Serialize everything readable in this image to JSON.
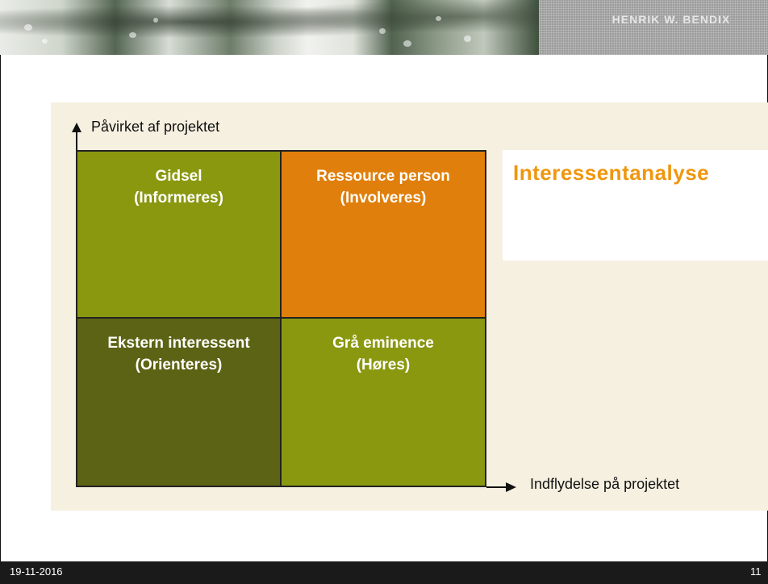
{
  "header": {
    "brand": "HENRIK W. BENDIX"
  },
  "diagram": {
    "y_axis_label": "Påvirket af projektet",
    "x_axis_label": "Indflydelse på projektet",
    "quadrants": [
      {
        "title": "Gidsel",
        "subtitle": "(Informeres)",
        "color": "#8a9810"
      },
      {
        "title": "Ressource person",
        "subtitle": "(Involveres)",
        "color": "#e07f0b"
      },
      {
        "title": "Ekstern interessent",
        "subtitle": "(Orienteres)",
        "color": "#5c6314"
      },
      {
        "title": "Grå eminence",
        "subtitle": "(Høres)",
        "color": "#8a9810"
      }
    ]
  },
  "slide_title": "Interessentanalyse",
  "footer": {
    "date": "19-11-2016",
    "page": "11"
  }
}
